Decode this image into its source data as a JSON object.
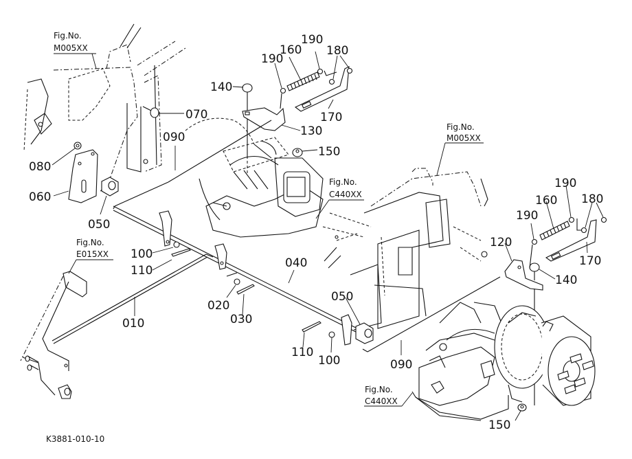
{
  "diagram": {
    "reference_code": "K3881-010-10",
    "figure_references": [
      {
        "id": "fig-m005xx-left",
        "line1": "Fig.No.",
        "line2": "M005XX"
      },
      {
        "id": "fig-m005xx-right",
        "line1": "Fig.No.",
        "line2": "M005XX"
      },
      {
        "id": "fig-c440xx-mid",
        "line1": "Fig.No.",
        "line2": "C440XX"
      },
      {
        "id": "fig-e015xx",
        "line1": "Fig.No.",
        "line2": "E015XX"
      },
      {
        "id": "fig-c440xx-bottom",
        "line1": "Fig.No.",
        "line2": "C440XX"
      }
    ],
    "part_labels": {
      "p010": "010",
      "p020": "020",
      "p030": "030",
      "p040": "040",
      "p050a": "050",
      "p050b": "050",
      "p060": "060",
      "p070": "070",
      "p080": "080",
      "p090a": "090",
      "p090b": "090",
      "p100a": "100",
      "p100b": "100",
      "p110a": "110",
      "p110b": "110",
      "p120": "120",
      "p130": "130",
      "p140a": "140",
      "p140b": "140",
      "p150a": "150",
      "p150b": "150",
      "p160a": "160",
      "p160b": "160",
      "p170a": "170",
      "p170b": "170",
      "p180a": "180",
      "p180b": "180",
      "p190a": "190",
      "p190b": "190",
      "p190c": "190",
      "p190d": "190"
    }
  }
}
